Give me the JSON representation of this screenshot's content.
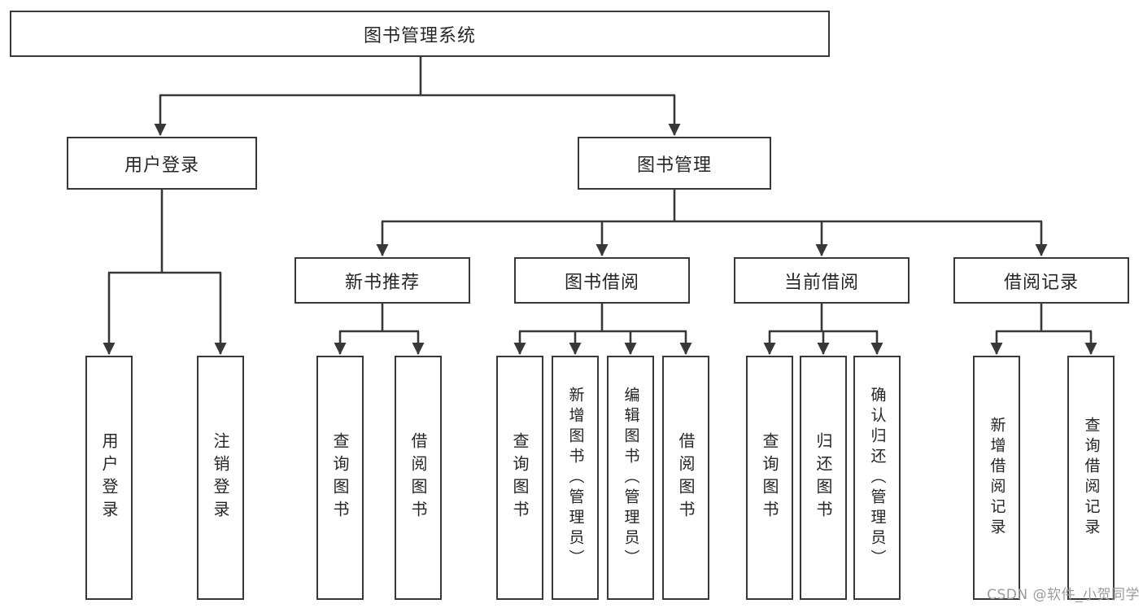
{
  "diagram": {
    "title": "图书管理系统",
    "watermark": "CSDN @软件_小贺同学",
    "colors": {
      "line": "#383838",
      "border": "#383838",
      "text": "#26262a",
      "background": "#ffffff",
      "watermark": "#9b9b9b"
    },
    "nodes": {
      "root": {
        "label": "图书管理系统"
      },
      "user_login": {
        "label": "用户登录"
      },
      "book_mgmt": {
        "label": "图书管理"
      },
      "new_book_rec": {
        "label": "新书推荐"
      },
      "book_borrow": {
        "label": "图书借阅"
      },
      "current_borrow": {
        "label": "当前借阅"
      },
      "borrow_records": {
        "label": "借阅记录"
      },
      "leaf_user_login": {
        "label": "用户登录"
      },
      "leaf_logout": {
        "label": "注销登录"
      },
      "leaf_query_book_1": {
        "label": "查询图书"
      },
      "leaf_borrow_book_1": {
        "label": "借阅图书"
      },
      "leaf_query_book_2": {
        "label": "查询图书"
      },
      "leaf_add_book": {
        "label": "新增图书（管理员）"
      },
      "leaf_edit_book": {
        "label": "编辑图书（管理员）"
      },
      "leaf_borrow_book_2": {
        "label": "借阅图书"
      },
      "leaf_query_book_3": {
        "label": "查询图书"
      },
      "leaf_return_book": {
        "label": "归还图书"
      },
      "leaf_confirm_return": {
        "label": "确认归还（管理员）"
      },
      "leaf_add_record": {
        "label": "新增借阅记录"
      },
      "leaf_query_record": {
        "label": "查询借阅记录"
      }
    },
    "hierarchy": [
      {
        "parent": "图书管理系统",
        "children": [
          "用户登录",
          "图书管理"
        ]
      },
      {
        "parent": "用户登录",
        "children": [
          "用户登录",
          "注销登录"
        ]
      },
      {
        "parent": "图书管理",
        "children": [
          "新书推荐",
          "图书借阅",
          "当前借阅",
          "借阅记录"
        ]
      },
      {
        "parent": "新书推荐",
        "children": [
          "查询图书",
          "借阅图书"
        ]
      },
      {
        "parent": "图书借阅",
        "children": [
          "查询图书",
          "新增图书（管理员）",
          "编辑图书（管理员）",
          "借阅图书"
        ]
      },
      {
        "parent": "当前借阅",
        "children": [
          "查询图书",
          "归还图书",
          "确认归还（管理员）"
        ]
      },
      {
        "parent": "借阅记录",
        "children": [
          "新增借阅记录",
          "查询借阅记录"
        ]
      }
    ]
  }
}
